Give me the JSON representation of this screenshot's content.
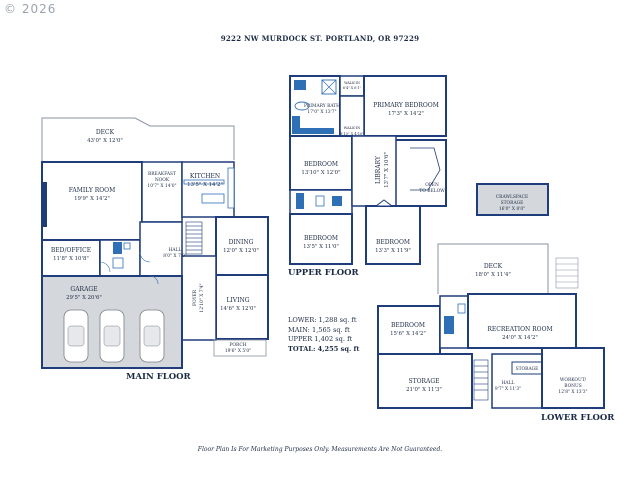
{
  "watermark": "© 2026",
  "address": "9222 NW MURDOCK ST. PORTLAND, OR 97229",
  "floors": {
    "main": "MAIN FLOOR",
    "upper": "UPPER FLOOR",
    "lower": "LOWER FLOOR"
  },
  "summary": {
    "lower": "LOWER: 1,288 sq. ft",
    "main": "MAIN: 1,565 sq. ft",
    "upper": "UPPER 1,402 sq. ft",
    "total": "TOTAL: 4,255 sq. ft"
  },
  "disclaimer": "Floor Plan Is For Marketing Purposes Only. Measurements Are Not Guaranteed.",
  "rooms": {
    "deck_main": {
      "name": "DECK",
      "dims": "43'0\" X 12'0\""
    },
    "breakfast": {
      "name": "BREAKFAST",
      "name2": "NOOK",
      "dims": "10'7\" X 14'0\""
    },
    "kitchen": {
      "name": "KITCHEN",
      "dims": "13'5\" X 14'2\""
    },
    "family": {
      "name": "FAMILY ROOM",
      "dims": "19'9\" X 14'2\""
    },
    "bed_office": {
      "name": "BED/OFFICE",
      "dims": "11'8\" X 10'8\""
    },
    "hall_main": {
      "name": "HALL",
      "dims": "8'0\" X 7'9\""
    },
    "dining": {
      "name": "DINING",
      "dims": "12'0\" X 12'0\""
    },
    "garage": {
      "name": "GARAGE",
      "dims": "29'5\" X 20'6\""
    },
    "foyer": {
      "name": "FOYER",
      "dims": "12'10\" X 7'4\""
    },
    "living": {
      "name": "LIVING",
      "dims": "14'6\" X 12'0\""
    },
    "porch": {
      "name": "PORCH",
      "dims": "19'6\" X 5'0\""
    },
    "primary_bath": {
      "name": "PRIMARY BATH",
      "dims": "17'0\" X 13'7\""
    },
    "walk_in_1": {
      "name": "WALK-IN",
      "dims": "6'4\" X 6'1\""
    },
    "walk_in_2": {
      "name": "WALK-IN",
      "dims": "8'10\" X 4'10\""
    },
    "primary_bed": {
      "name": "PRIMARY BEDROOM",
      "dims": "17'3\" X 14'2\""
    },
    "bed_u1": {
      "name": "BEDROOM",
      "dims": "13'10\" X 12'0\""
    },
    "library": {
      "name": "LIBRARY",
      "dims": "13'7\" X 10'6\""
    },
    "open_below": {
      "name": "OPEN",
      "name2": "TO BELOW"
    },
    "bed_u2": {
      "name": "BEDROOM",
      "dims": "13'5\" X 11'0\""
    },
    "bed_u3": {
      "name": "BEDROOM",
      "dims": "13'3\" X 11'9\""
    },
    "crawlspace": {
      "name": "CRAWLSPACE",
      "name2": "STORAGE",
      "dims": "16'0\" X 8'0\""
    },
    "deck_lower": {
      "name": "DECK",
      "dims": "18'0\" X 11'4\""
    },
    "bed_lower": {
      "name": "BEDROOM",
      "dims": "15'6\" X 14'2\""
    },
    "recreation": {
      "name": "RECREATION ROOM",
      "dims": "24'0\" X 14'2\""
    },
    "storage_big": {
      "name": "STORAGE",
      "dims": "21'0\" X 11'3\""
    },
    "storage_small": {
      "name": "STORAGE"
    },
    "hall_lower": {
      "name": "HALL",
      "dims": "9'7\" X 11'3\""
    },
    "workout": {
      "name": "WORKOUT/",
      "name2": "BONUS",
      "dims": "12'8\" X 13'3\""
    }
  },
  "colors": {
    "wall": "#1f3d7a",
    "deck_line": "#8a93a3",
    "fixture": "#2f6fb6",
    "garage_fill": "#d4d7db"
  }
}
